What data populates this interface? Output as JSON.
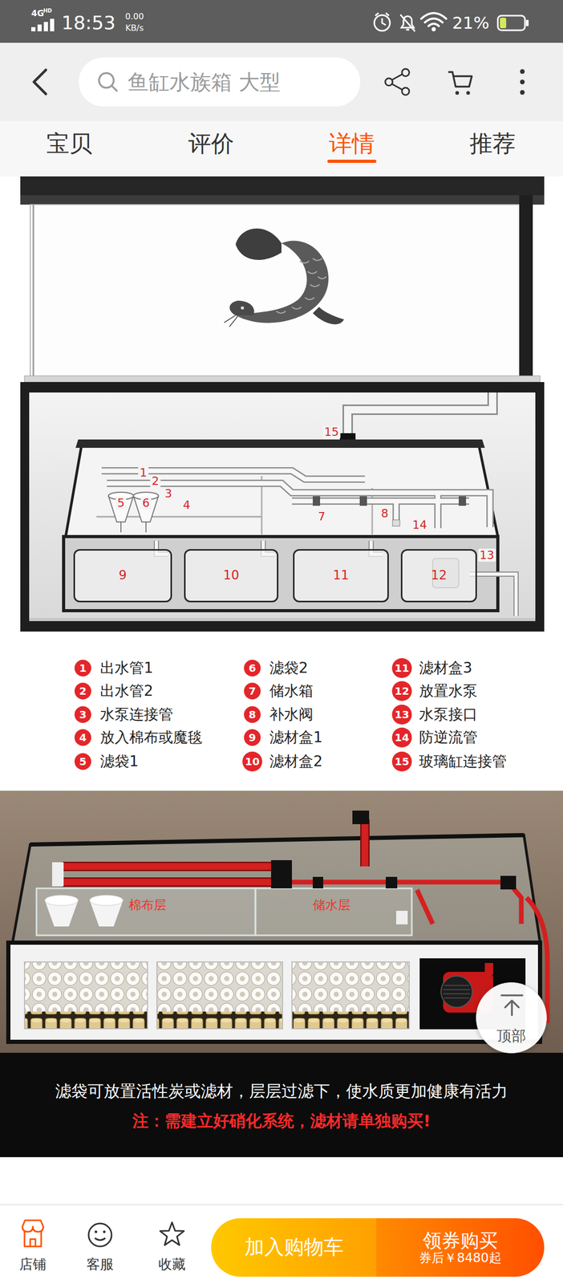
{
  "diagram": {
    "nodes": [
      {
        "text": [
          "鱼缸水族箱 大型"
        ]
      },
      {
        "text": [
          "9"
        ]
      },
      {
        "text": [
          "10"
        ]
      },
      {
        "text": [
          "11"
        ]
      },
      {
        "text": [
          "12"
        ]
      },
      {
        "text": [
          "1"
        ]
      },
      {
        "text": [
          "2"
        ]
      },
      {
        "text": [
          "3"
        ]
      },
      {
        "text": [
          "4"
        ]
      },
      {
        "text": [
          "5"
        ]
      },
      {
        "text": [
          "6"
        ]
      },
      {
        "text": [
          "7"
        ]
      },
      {
        "text": [
          "8"
        ]
      },
      {
        "text": [
          "9"
        ]
      },
      {
        "text": [
          "10"
        ]
      },
      {
        "text": [
          "11"
        ]
      },
      {
        "text": [
          "12"
        ]
      },
      {
        "text": [
          "13"
        ]
      },
      {
        "text": [
          "14"
        ]
      },
      {
        "text": [
          "15"
        ]
      },
      {
        "text": [
          "顶部"
        ]
      },
      {
        "text": [
          "加入购物车"
        ]
      },
      {
        "text": [
          "领券购买",
          "券后￥8480起"
        ]
      }
    ],
    "labels": [
      "4G",
      "HD",
      "18:53",
      "0.00",
      "KB/s",
      "21%",
      "宝贝",
      "评价",
      "详情",
      "推荐",
      "15",
      "1",
      "2",
      "3",
      "5",
      "6",
      "4",
      "7",
      "8",
      "14",
      "13",
      "出水管1",
      "出水管2",
      "水泵连接管",
      "放入棉布或魔毯",
      "滤袋1",
      "滤袋2",
      "储水箱",
      "补水阀",
      "滤材盒1",
      "滤材盒2",
      "滤材盒3",
      "放置水泵",
      "水泵接口",
      "防逆流管",
      "玻璃缸连接管",
      "棉布层",
      "储水层",
      "滤袋可放置活性炭或滤材，层层过滤下，使水质更加健康有活力",
      "注：需建立好硝化系统，滤材请单独购买!",
      "店铺",
      "客服",
      "收藏"
    ]
  }
}
